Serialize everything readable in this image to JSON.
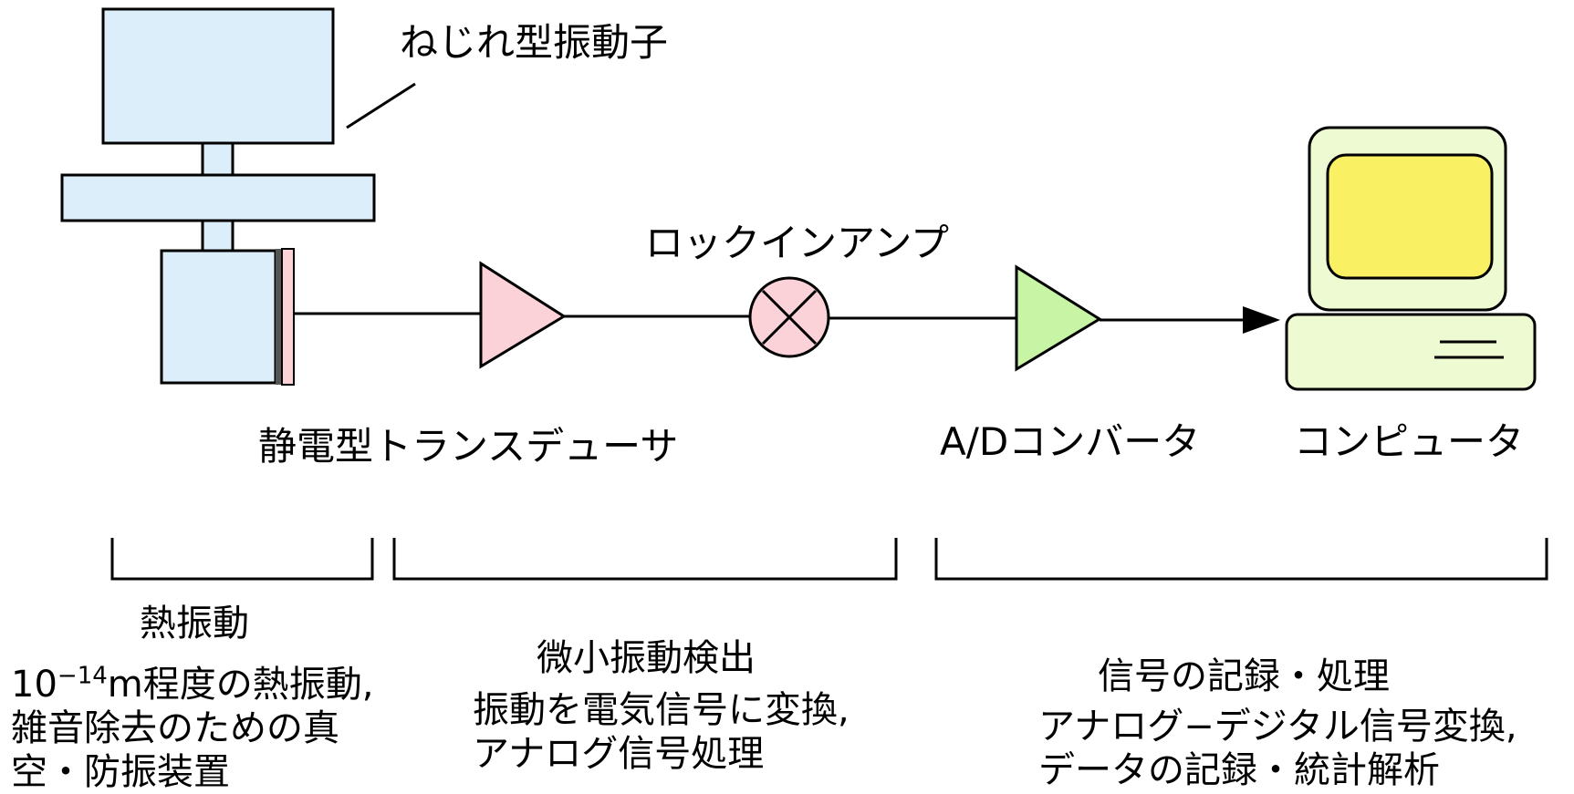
{
  "labels": {
    "oscillator": "ねじれ型振動子",
    "lockin": "ロックインアンプ",
    "transducer": "静電型トランスデューサ",
    "adc": "A/Dコンバータ",
    "computer": "コンピュータ"
  },
  "sections": [
    {
      "heading": "熱振動",
      "body_pre": "10",
      "body_exp": "−14",
      "body_rest": "m程度の熱振動,\n雑音除去のための真\n空・防振装置"
    },
    {
      "heading": "微小振動検出",
      "body": "振動を電気信号に変換,\nアナログ信号処理"
    },
    {
      "heading": "信号の記録・処理",
      "body": "アナログ−デジタル信号変換,\nデータの記録・統計解析"
    }
  ],
  "colors": {
    "box_fill": "#dceefa",
    "amp_fill": "#fad2d7",
    "adc_fill": "#c8f5a5",
    "computer_body": "#eefad2",
    "screen": "#faf064",
    "line": "#000000"
  }
}
